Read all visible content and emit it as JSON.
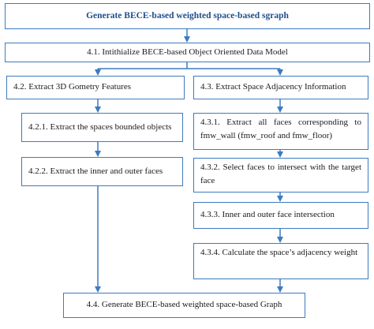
{
  "diagram": {
    "title": "Generate BECE-based weighted space-based sgraph",
    "step_4_1": "4.1. Intithialize BECE-based Object Oriented Data Model",
    "step_4_2": "4.2. Extract 3D Gometry Features",
    "step_4_2_1": "4.2.1. Extract the spaces bounded objects",
    "step_4_2_2": "4.2.2. Extract the inner and outer faces",
    "step_4_3": "4.3. Extract Space Adjacency Information",
    "step_4_3_1": "4.3.1. Extract all faces corresponding to fmw_wall (fmw_roof and fmw_floor)",
    "step_4_3_2": "4.3.2. Select faces to intersect with the target face",
    "step_4_3_3": "4.3.3. Inner and outer face intersection",
    "step_4_3_4": "4.3.4. Calculate the space’s adjacency weight",
    "step_4_4": "4.4. Generate BECE-based weighted space-based Graph"
  },
  "colors": {
    "border": "#3d7bbf",
    "arrow": "#3d7bbf",
    "title_text": "#1f4e8c"
  }
}
